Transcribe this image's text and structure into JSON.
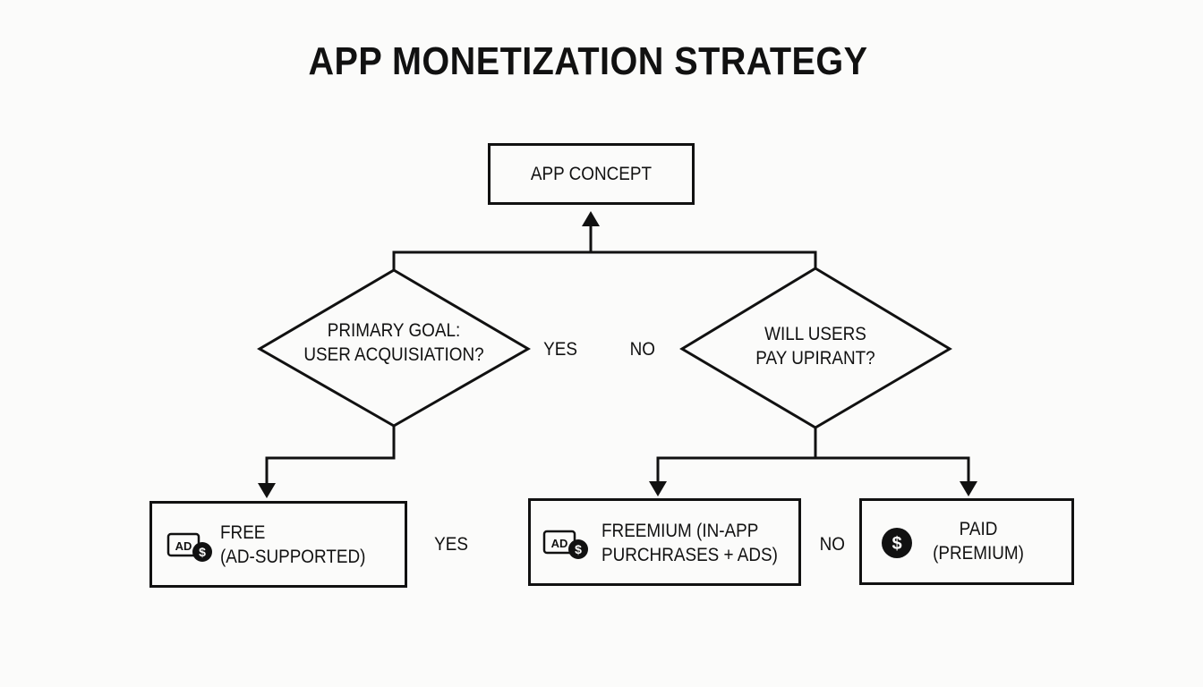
{
  "title": "APP MONETIZATION STRATEGY",
  "nodes": {
    "concept": {
      "label": "APP CONCEPT"
    },
    "goal": {
      "line1": "PRIMARY GOAL:",
      "line2": "USER ACQUISIATION?"
    },
    "pay": {
      "line1": "WILL USERS",
      "line2": "PAY UPIRANT?"
    },
    "free": {
      "line1": "FREE",
      "line2": "(AD-SUPPORTED)",
      "icon": "ad-dollar-icon"
    },
    "freemium": {
      "line1": "FREEMIUM (IN-APP",
      "line2": "PURCHRASES + ADS)",
      "icon": "ad-dollar-icon"
    },
    "paid": {
      "line1": "PAID",
      "line2": "(PREMIUM)",
      "icon": "dollar-coin-icon"
    }
  },
  "edge_labels": {
    "yes_top": "YES",
    "no_top": "NO",
    "yes_bottom": "YES",
    "no_bottom": "NO"
  },
  "icons": {
    "ad_text": "AD",
    "dollar": "$"
  },
  "colors": {
    "line": "#111111",
    "background": "#fbfbfa"
  }
}
